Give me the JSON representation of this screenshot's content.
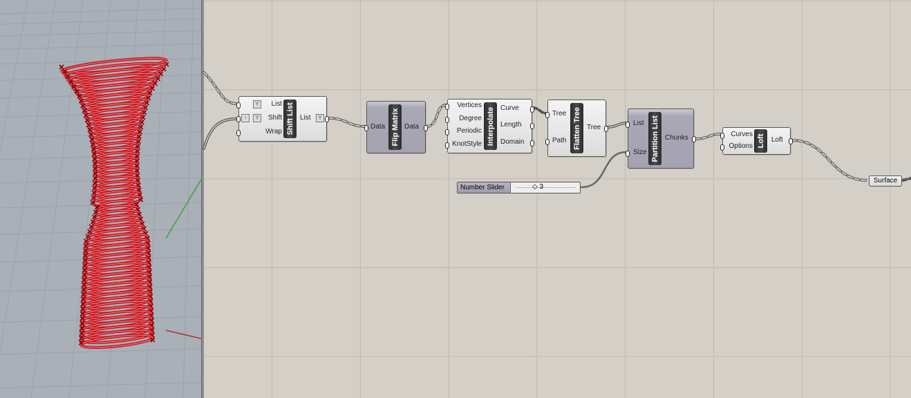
{
  "viewport": {
    "axis_colors": {
      "x": "#b03030",
      "y": "#3aa040"
    },
    "model_color": "#c8141e"
  },
  "components": {
    "shift_list": {
      "title": "Shift List",
      "inputs": [
        "List",
        "Shift",
        "Wrap"
      ],
      "outputs": [
        "List"
      ]
    },
    "flip_matrix": {
      "title": "Flip Matrix",
      "inputs": [
        "Data"
      ],
      "outputs": [
        "Data"
      ]
    },
    "interpolate": {
      "title": "Interpolate",
      "inputs": [
        "Vertices",
        "Degree",
        "Periodic",
        "KnotStyle"
      ],
      "outputs": [
        "Curve",
        "Length",
        "Domain"
      ]
    },
    "flatten_tree": {
      "title": "Flatten Tree",
      "inputs": [
        "Tree",
        "Path"
      ],
      "outputs": [
        "Tree"
      ]
    },
    "partition_list": {
      "title": "Partition List",
      "inputs": [
        "List",
        "Size"
      ],
      "outputs": [
        "Chunks"
      ]
    },
    "loft": {
      "title": "Loft",
      "inputs": [
        "Curves",
        "Options"
      ],
      "outputs": [
        "Loft"
      ]
    }
  },
  "number_slider": {
    "label": "Number Slider",
    "value": "3"
  },
  "surface": {
    "label": "Surface"
  }
}
